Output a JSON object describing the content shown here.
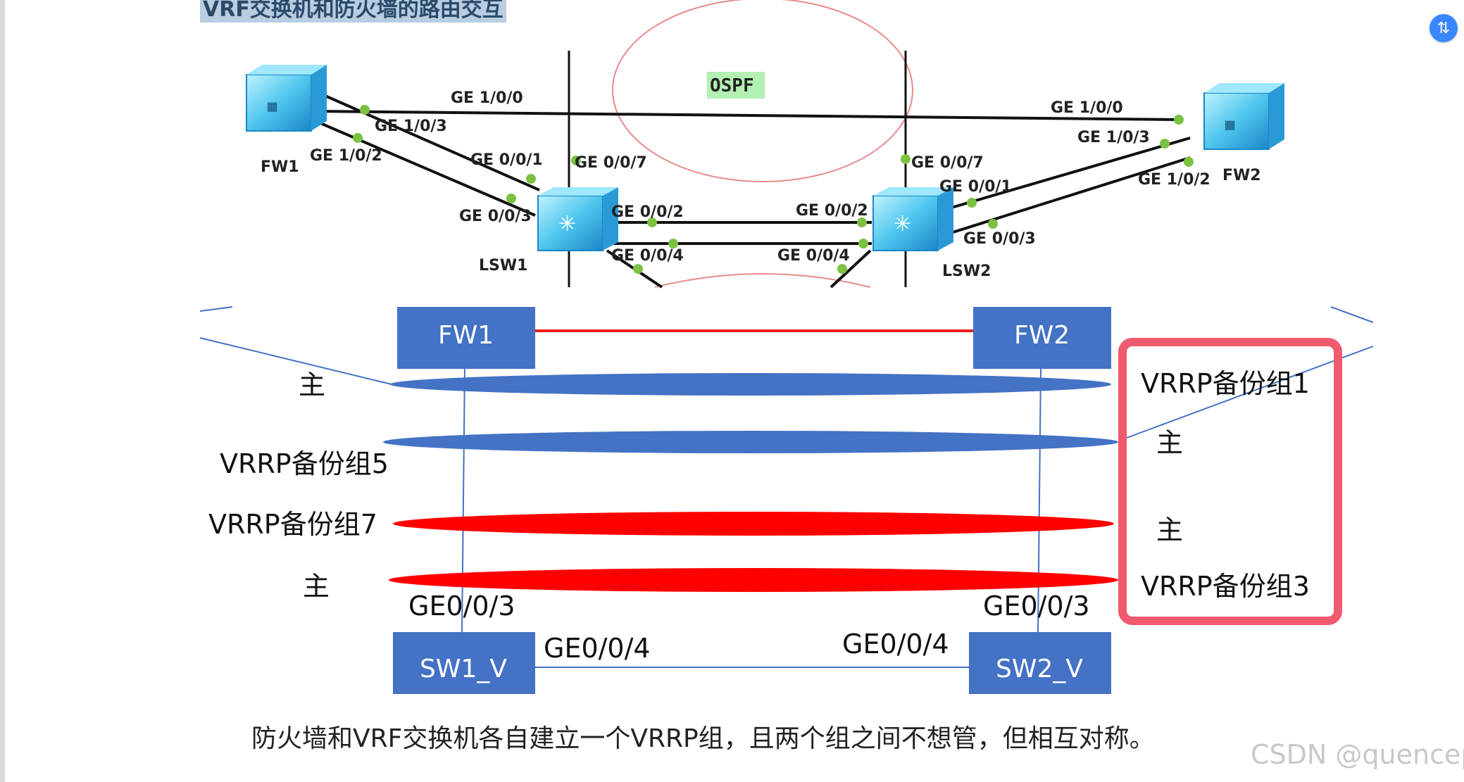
{
  "title": "VRF交换机和防火墙的路由交互",
  "float_button_icon": "translate-icon",
  "top_diagram": {
    "ospf": "OSPF",
    "devices": {
      "fw1": "FW1",
      "fw2": "FW2",
      "lsw1": "LSW1",
      "lsw2": "LSW2"
    },
    "ports": {
      "fw1_ge100": "GE 1/0/0",
      "fw1_ge103": "GE 1/0/3",
      "fw1_ge102": "GE 1/0/2",
      "lsw1_ge001": "GE 0/0/1",
      "lsw1_ge007": "GE 0/0/7",
      "lsw1_ge003": "GE 0/0/3",
      "lsw1_ge002": "GE 0/0/2",
      "lsw1_ge004": "GE 0/0/4",
      "lsw2_ge002": "GE 0/0/2",
      "lsw2_ge004": "GE 0/0/4",
      "lsw2_ge007": "GE 0/0/7",
      "lsw2_ge001": "GE 0/0/1",
      "lsw2_ge003": "GE 0/0/3",
      "fw2_ge100": "GE 1/0/0",
      "fw2_ge103": "GE 1/0/3",
      "fw2_ge102": "GE 1/0/2"
    }
  },
  "bottom_diagram": {
    "fw1": "FW1",
    "fw2": "FW2",
    "sw1": "SW1_V",
    "sw2": "SW2_V",
    "master_top": "主",
    "vrrp5": "VRRP备份组5",
    "vrrp7": "VRRP备份组7",
    "master_bottom": "主",
    "vrrp1": "VRRP备份组1",
    "master_r1": "主",
    "master_r2": "主",
    "vrrp3": "VRRP备份组3",
    "ge003_left": "GE0/0/3",
    "ge003_right": "GE0/0/3",
    "ge004_left": "GE0/0/4",
    "ge004_right": "GE0/0/4",
    "colors": {
      "box_blue": "#4472c4",
      "ellipse_red": "#ff0000",
      "highlight": "#f05a6e"
    }
  },
  "caption": "防火墙和VRF交换机各自建立一个VRRP组，且两个组之间不想管，但相互对称。",
  "watermark": "CSDN @quencep"
}
